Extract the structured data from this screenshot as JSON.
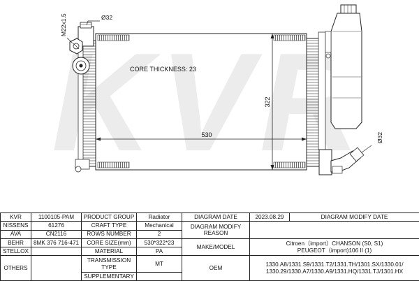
{
  "drawing": {
    "watermark": "KVR",
    "core_thickness_label": "CORE THICKNESS: 23",
    "dim_width": "530",
    "dim_height": "322",
    "dim_inlet_pipe": "Ø32",
    "dim_outlet_pipe": "Ø32",
    "dim_thread": "M22x1.5"
  },
  "spec_table": {
    "r1": {
      "c1": "KVR",
      "c2": "1100105-PAM",
      "c3": "PRODUCT GROUP",
      "c4": "Radiator",
      "c5": "DIAGRAM DATE",
      "c6": "2023.08.29",
      "c7": "DIAGRAM MODIFY DATE"
    },
    "r2": {
      "c1": "NISSENS",
      "c2": "61276",
      "c3": "CRAFT TYPE",
      "c4": "Mechanical",
      "c5": "DIAGRAM MODIFY REASON"
    },
    "r3": {
      "c1": "AVA",
      "c2": "CN2116",
      "c3": "ROWS NUMBER",
      "c4": "2"
    },
    "r4": {
      "c1": "BEHR",
      "c2": "8MK 376 716-471",
      "c3": "CORE SIZE(mm)",
      "c4": "530*322*23",
      "c5": "MAKE/MODEL",
      "c6a": "Citroen（import）CHANSON (S0, S1)",
      "c6b": "PEUGEOT（import)106 II (1)"
    },
    "r5": {
      "c1": "STELLOX",
      "c3": "MATERIAL",
      "c4": "PA"
    },
    "r6": {
      "c1": "OTHERS",
      "c3": "TRANSMISSION TYPE",
      "c4": "MT",
      "c5": "OEM",
      "c6a": "1330.A8/1331.S9/1331.T2/1331.TH/1301.SX/1330.01/",
      "c6b": "1330.29/1330.A7/1330.A9/1331.HQ/1331.TJ/1301.HX"
    },
    "r7": {
      "c3": "SUPPLEMENTARY"
    }
  }
}
